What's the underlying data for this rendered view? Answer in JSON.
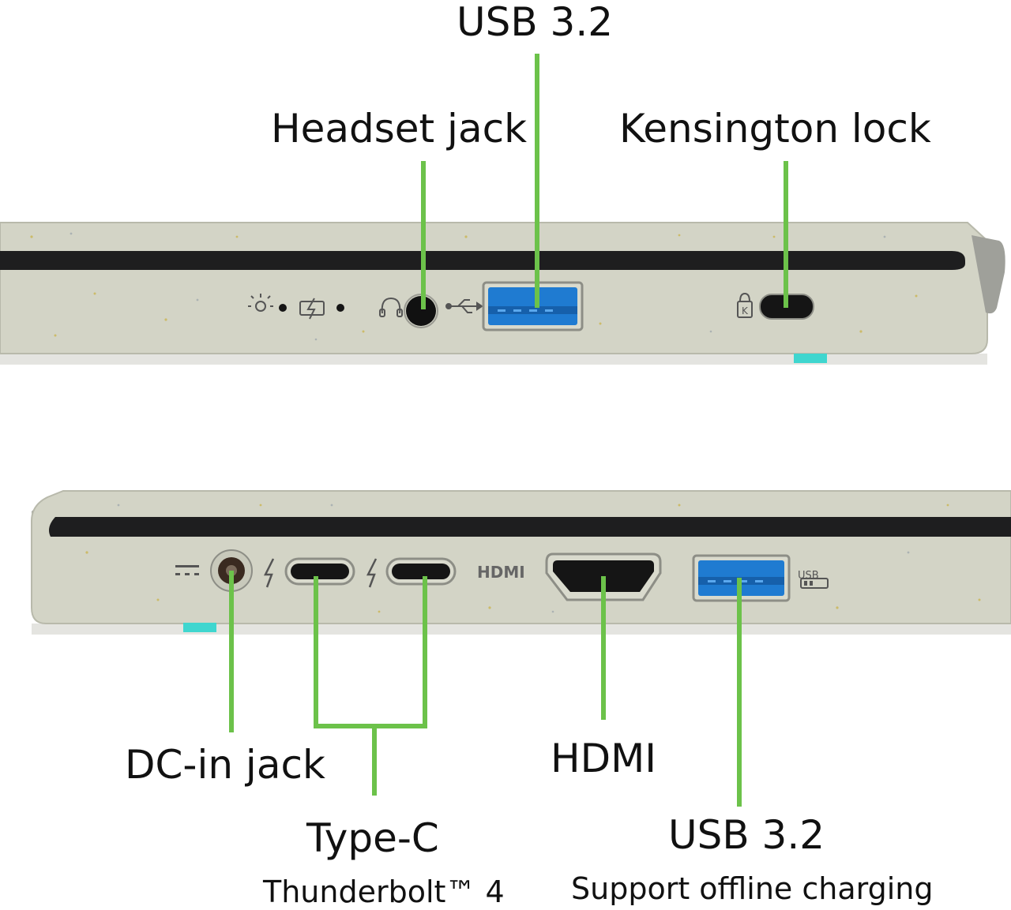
{
  "colors": {
    "leader": "#6cc24a",
    "chassis": "#d3d4c6",
    "chassis_edge": "#b8b9ab",
    "bezel": "#1e1e1f",
    "usb_blue": "#1f7bd1",
    "teal_foot": "#3fd6cf"
  },
  "right_side": {
    "usb_top_label": "USB 3.2",
    "headset_label": "Headset jack",
    "kensington_label": "Kensington lock",
    "icons": [
      "power-light-icon",
      "battery-charge-icon",
      "headset-icon",
      "usb-icon",
      "kensington-icon"
    ]
  },
  "left_side": {
    "dc_label": "DC-in jack",
    "typec_label": "Type-C",
    "typec_sub": "Thunderbolt™ 4",
    "hdmi_label": "HDMI",
    "hdmi_port_text": "HDMI",
    "usb_bottom_label": "USB 3.2",
    "usb_bottom_sub": "Support offline charging",
    "usb_port_text": "USB",
    "icons": [
      "dc-power-icon",
      "thunderbolt-icon",
      "usb-charge-icon"
    ]
  }
}
